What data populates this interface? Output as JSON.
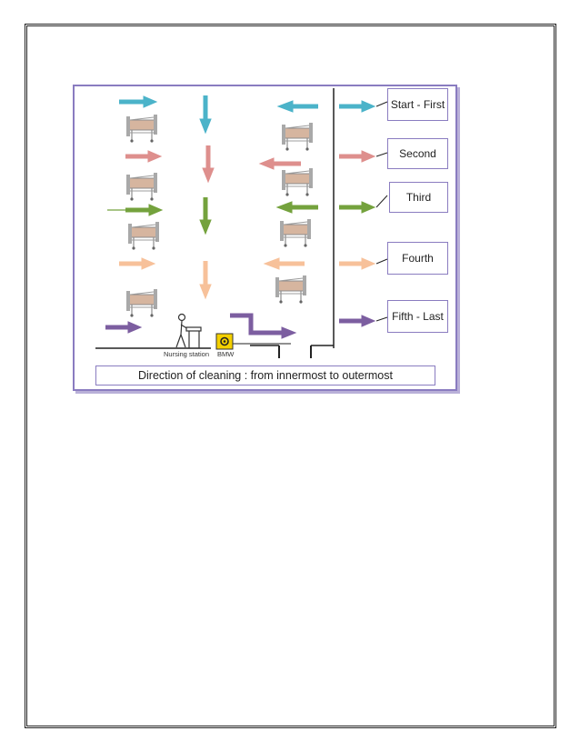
{
  "legend": {
    "items": [
      {
        "label": "Start - First",
        "color": "#4bb3c9"
      },
      {
        "label": "Second",
        "color": "#de8f8d"
      },
      {
        "label": "Third",
        "color": "#74a23d"
      },
      {
        "label": "Fourth",
        "color": "#f7c19a"
      },
      {
        "label": "Fifth - Last",
        "color": "#7c5ea0"
      }
    ]
  },
  "labels": {
    "nursing_station": "Nursing station",
    "bmw": "BMW"
  },
  "caption": "Direction of cleaning : from innermost to outermost",
  "colors": {
    "frame": "#8a7cc0",
    "bed_frame": "#8c8c8c",
    "bed_mattress": "#c8a791",
    "bmw_bin": "#f4d000"
  },
  "icons": [
    "bed-icon",
    "nurse-icon",
    "biohazard-icon"
  ]
}
